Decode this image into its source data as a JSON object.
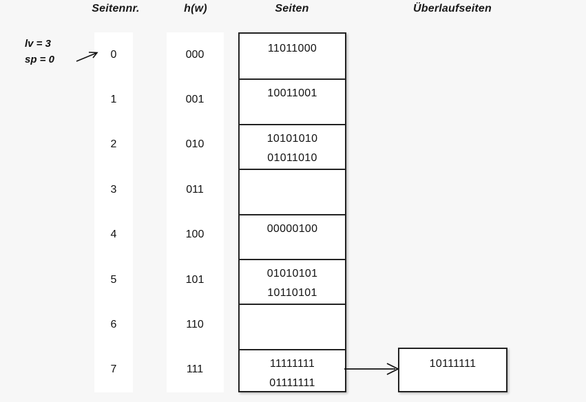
{
  "background_color": "#f7f7f7",
  "headers": {
    "seitennr": "Seitennr.",
    "hw": "h(w)",
    "seiten": "Seiten",
    "ueberlaufseiten": "Überlaufseiten"
  },
  "annotation": {
    "lv": "lv = 3",
    "sp": "sp = 0",
    "arrow_icon": "arrow-right-icon"
  },
  "directory": [
    {
      "index": "0",
      "hash": "000"
    },
    {
      "index": "1",
      "hash": "001"
    },
    {
      "index": "2",
      "hash": "010"
    },
    {
      "index": "3",
      "hash": "011"
    },
    {
      "index": "4",
      "hash": "100"
    },
    {
      "index": "5",
      "hash": "101"
    },
    {
      "index": "6",
      "hash": "110"
    },
    {
      "index": "7",
      "hash": "111"
    }
  ],
  "pages": [
    {
      "records": [
        "11011000"
      ]
    },
    {
      "records": [
        "10011001"
      ]
    },
    {
      "records": [
        "10101010",
        "01011010"
      ]
    },
    {
      "records": []
    },
    {
      "records": [
        "00000100"
      ]
    },
    {
      "records": [
        "01010101",
        "10110101"
      ]
    },
    {
      "records": []
    },
    {
      "records": [
        "11111111",
        "01111111"
      ]
    }
  ],
  "overflow_pages": [
    {
      "from_page_index": "7",
      "records": [
        "10111111"
      ]
    }
  ],
  "link_arrow_icon": "arrow-right-icon"
}
